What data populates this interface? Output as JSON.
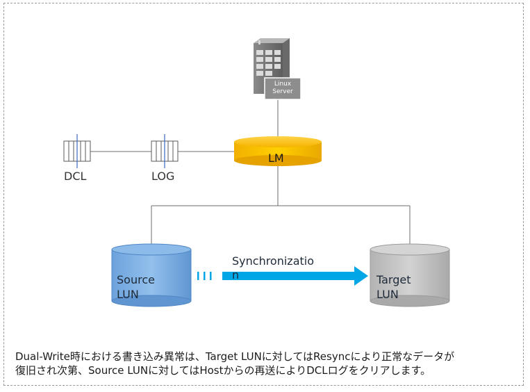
{
  "server": {
    "badge": "Linux\nServer"
  },
  "nodes": {
    "lm": "LM",
    "dcl": "DCL",
    "log": "LOG",
    "source": "Source\nLUN",
    "target": "Target\nLUN"
  },
  "sync": {
    "label": "Synchronization"
  },
  "footer": {
    "line1": "Dual-Write時における書き込み異常は、Target LUNに対してはResyncにより正常なデータが",
    "line2": "復旧され次第、Source LUNに対してはHostからの再送によりDCLログをクリアします。"
  },
  "colors": {
    "lm_fill": "#f6b800",
    "source_fill": "#7fb1e4",
    "target_fill": "#c4c4c4",
    "arrow": "#00a6e6",
    "server_body": "#7a7a7a"
  }
}
